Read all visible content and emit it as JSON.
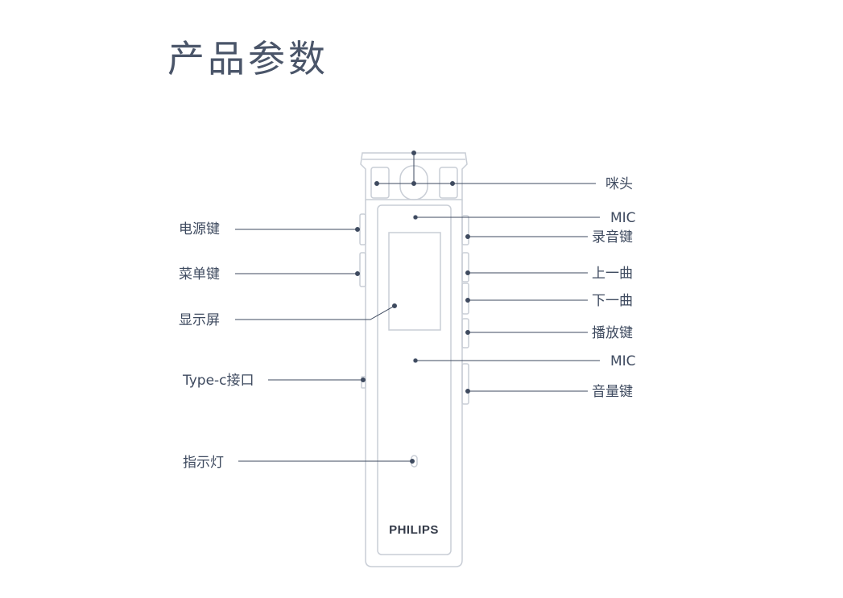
{
  "title": "产品参数",
  "brand": "PHILIPS",
  "colors": {
    "line": "#3e4a5f",
    "outline": "#c9ced6",
    "text": "#3e4a5f"
  },
  "labels": {
    "mic_head": "咪头",
    "mic_top": "MIC",
    "record_key": "录音键",
    "prev_track": "上一曲",
    "next_track": "下一曲",
    "play_key": "播放键",
    "mic_bottom": "MIC",
    "volume_key": "音量键",
    "power_key": "电源键",
    "menu_key": "菜单键",
    "display": "显示屏",
    "typec_port": "Type-c接口",
    "indicator": "指示灯"
  }
}
